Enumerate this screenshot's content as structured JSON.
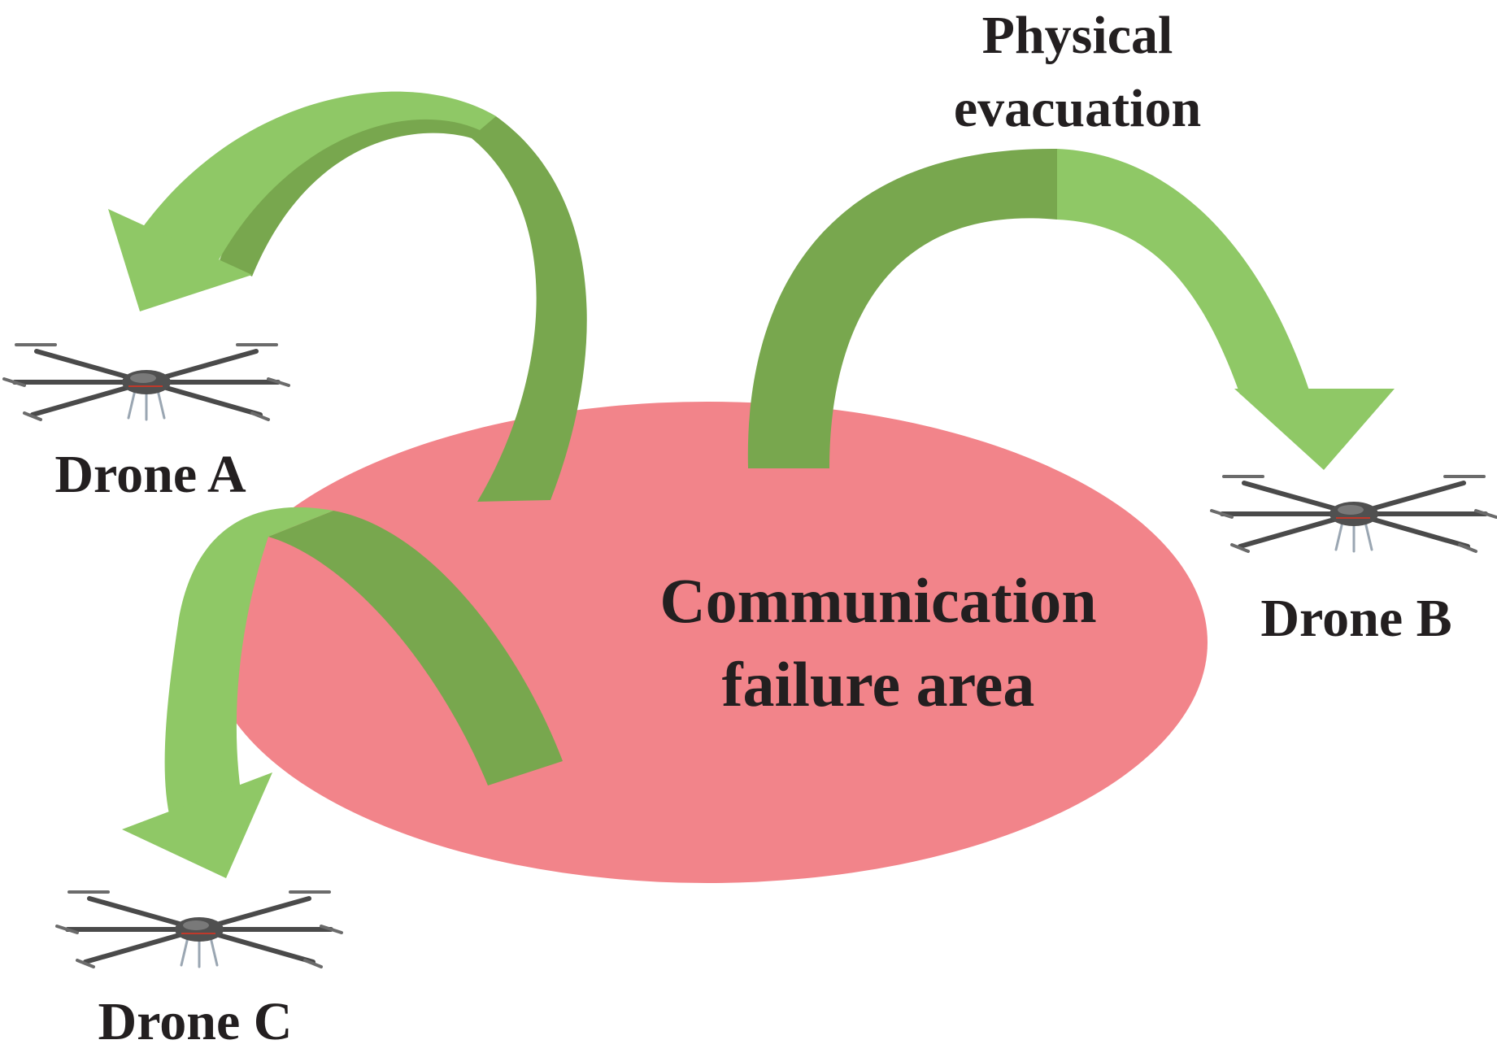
{
  "diagram": {
    "title_line1": "Physical",
    "title_line2": "evacuation",
    "area_line1": "Communication",
    "area_line2": "failure area",
    "drones": {
      "a": {
        "label": "Drone A",
        "icon": "drone-icon"
      },
      "b": {
        "label": "Drone B",
        "icon": "drone-icon"
      },
      "c": {
        "label": "Drone C",
        "icon": "drone-icon"
      }
    },
    "colors": {
      "failure_area": "#f2848a",
      "arrow_light": "#8fc866",
      "arrow_dark": "#78a74e",
      "drone_body": "#505050",
      "text": "#231f20"
    }
  }
}
